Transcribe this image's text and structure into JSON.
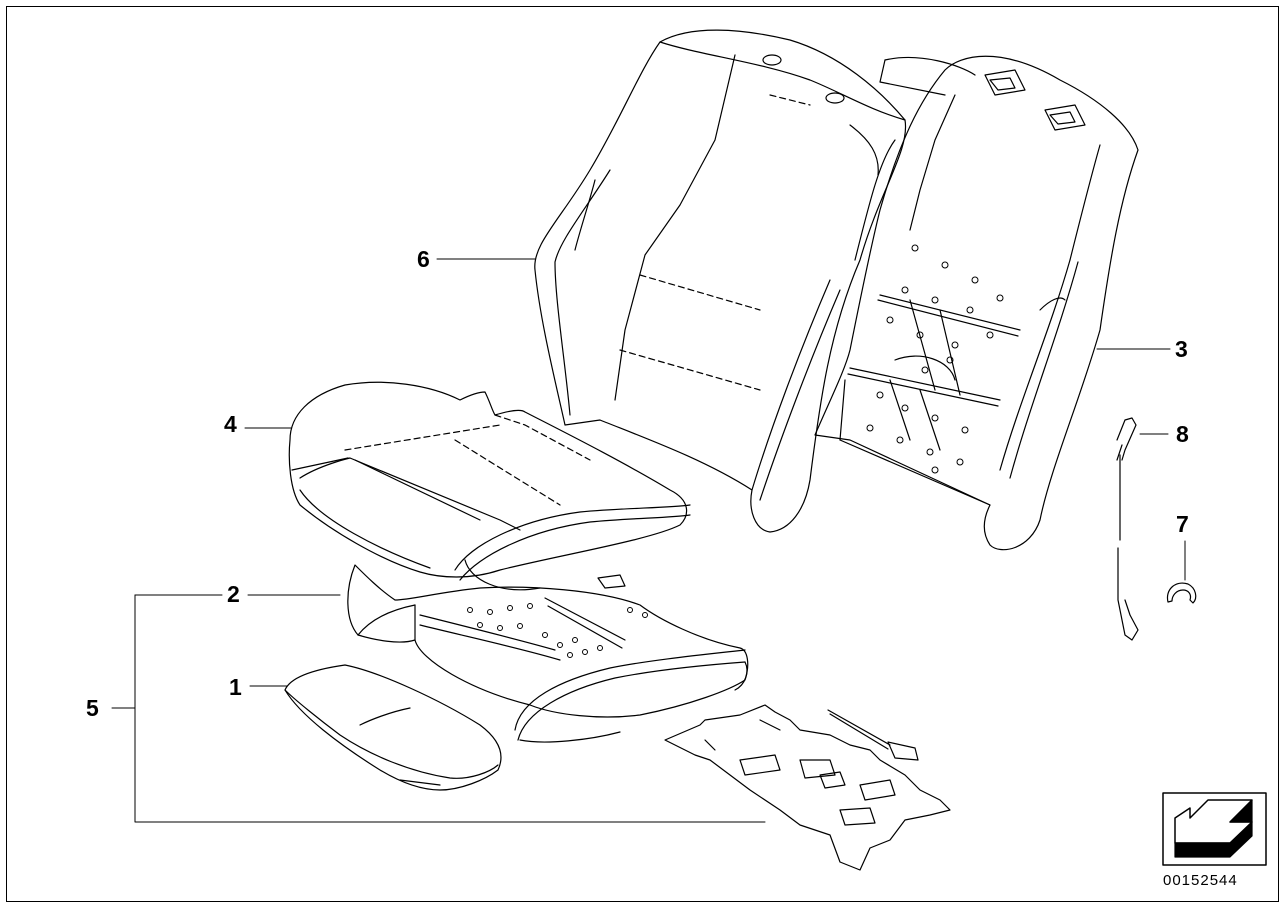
{
  "callouts": [
    {
      "id": "c1",
      "text": "1"
    },
    {
      "id": "c2",
      "text": "2"
    },
    {
      "id": "c3",
      "text": "3"
    },
    {
      "id": "c4",
      "text": "4"
    },
    {
      "id": "c5",
      "text": "5"
    },
    {
      "id": "c6",
      "text": "6"
    },
    {
      "id": "c7",
      "text": "7"
    },
    {
      "id": "c8",
      "text": "8"
    }
  ],
  "image_number": "00152544",
  "icons": {
    "navigation": "direction-arrow-icon"
  }
}
